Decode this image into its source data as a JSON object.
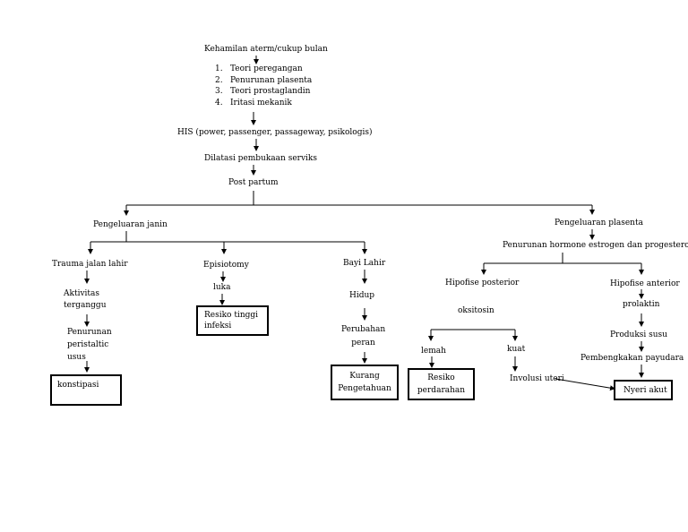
{
  "top": {
    "title": "Kehamilan aterm/cukup bulan",
    "theories": [
      {
        "num": "1.",
        "label": "Teori peregangan"
      },
      {
        "num": "2.",
        "label": "Penurunan plasenta"
      },
      {
        "num": "3.",
        "label": "Teori prostaglandin"
      },
      {
        "num": "4.",
        "label": "Iritasi mekanik"
      }
    ],
    "his": "HIS (power, passenger, passageway, psikologis)",
    "dilatasi": "Dilatasi pembukaan serviks",
    "post_partum": "Post partum"
  },
  "left": {
    "heading": "Pengeluaran janin",
    "trauma": "Trauma jalan lahir",
    "aktivitas": [
      "Aktivitas",
      "terganggu"
    ],
    "penurunan": [
      "Penurunan",
      "peristaltic",
      "usus"
    ],
    "konstipasi": "konstipasi",
    "episiotomy": "Episiotomy",
    "luka": "luka",
    "resiko_infeksi": [
      "Resiko tinggi",
      "infeksi"
    ],
    "bayi_lahir": "Bayi Lahir",
    "hidup": "Hidup",
    "perubahan": [
      "Perubahan",
      "peran"
    ],
    "kurang": [
      "Kurang",
      "Pengetahuan"
    ]
  },
  "right": {
    "heading": "Pengeluaran plasenta",
    "penurunan_hormone": "Penurunan hormone estrogen dan progesteron",
    "hipofise_posterior": "Hipofise posterior",
    "oksitosin": "oksitosin",
    "lemah": "lemah",
    "kuat": "kuat",
    "resiko_perdarahan": [
      "Resiko",
      "perdarahan"
    ],
    "involusi": "Involusi uteri",
    "hipofise_anterior": "Hipofise anterior",
    "prolaktin": "prolaktin",
    "produksi": "Produksi susu",
    "pembengkakan": "Pembengkakan payudara",
    "nyeri": "Nyeri akut"
  }
}
